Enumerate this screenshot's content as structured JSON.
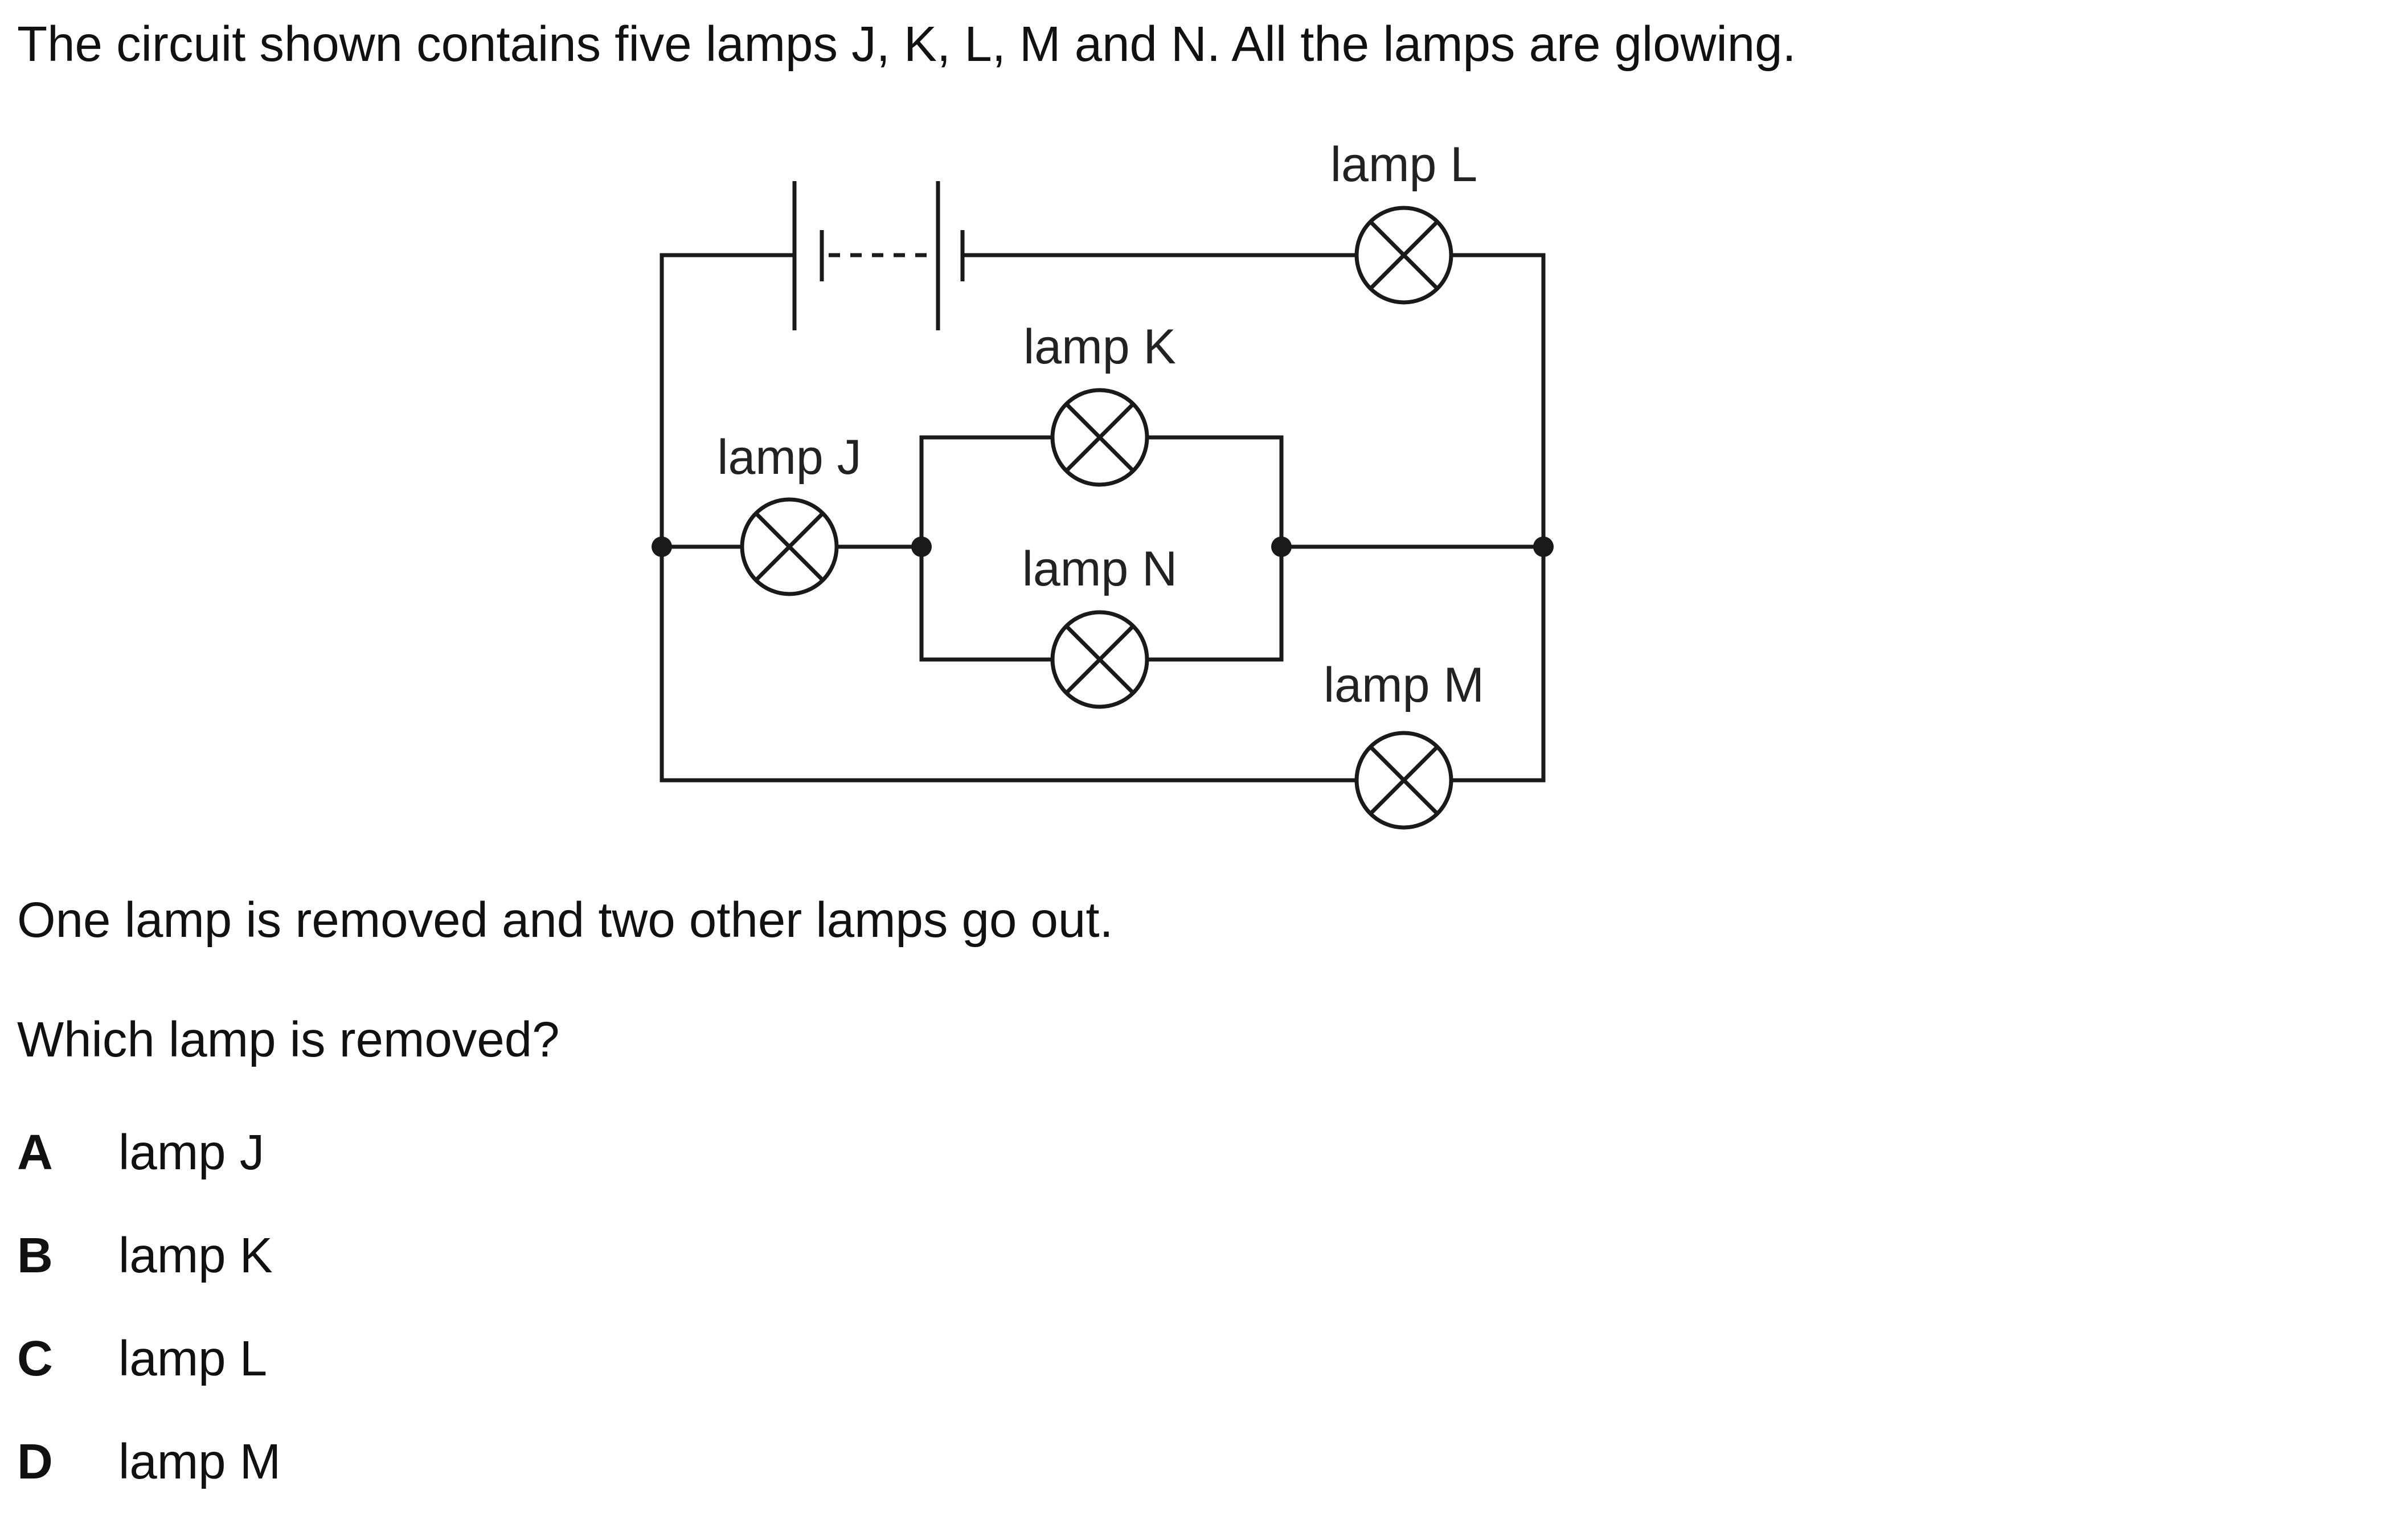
{
  "question": {
    "intro": "The circuit shown contains five lamps J, K, L, M and N. All the lamps are glowing.",
    "statement": "One lamp is removed and two other lamps go out.",
    "prompt": "Which lamp is removed?"
  },
  "diagram": {
    "labels": {
      "lamp_j": "lamp J",
      "lamp_k": "lamp K",
      "lamp_l": "lamp L",
      "lamp_m": "lamp M",
      "lamp_n": "lamp N"
    }
  },
  "options": [
    {
      "letter": "A",
      "text": "lamp J"
    },
    {
      "letter": "B",
      "text": "lamp K"
    },
    {
      "letter": "C",
      "text": "lamp L"
    },
    {
      "letter": "D",
      "text": "lamp M"
    }
  ]
}
